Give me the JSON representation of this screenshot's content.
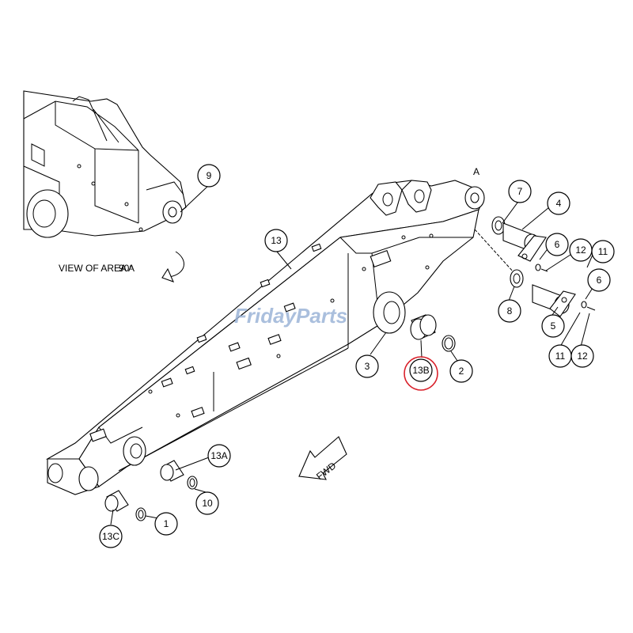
{
  "view_label": "VIEW OF AREA A",
  "rotation_label": "90°",
  "area_label": "A",
  "direction_label": "FWD",
  "watermark": "FridayParts",
  "highlight_color": "#d9202a",
  "watermark_color": "#9cb4d8",
  "callouts": [
    {
      "id": "c-9",
      "text": "9"
    },
    {
      "id": "c-13",
      "text": "13"
    },
    {
      "id": "c-7",
      "text": "7"
    },
    {
      "id": "c-4",
      "text": "4"
    },
    {
      "id": "c-6a",
      "text": "6"
    },
    {
      "id": "c-12a",
      "text": "12"
    },
    {
      "id": "c-11a",
      "text": "11"
    },
    {
      "id": "c-6b",
      "text": "6"
    },
    {
      "id": "c-8",
      "text": "8"
    },
    {
      "id": "c-5",
      "text": "5"
    },
    {
      "id": "c-11b",
      "text": "11"
    },
    {
      "id": "c-12b",
      "text": "12"
    },
    {
      "id": "c-3",
      "text": "3"
    },
    {
      "id": "c-13b",
      "text": "13B"
    },
    {
      "id": "c-2",
      "text": "2"
    },
    {
      "id": "c-13a",
      "text": "13A"
    },
    {
      "id": "c-10",
      "text": "10"
    },
    {
      "id": "c-1",
      "text": "1"
    },
    {
      "id": "c-13c",
      "text": "13C"
    }
  ]
}
